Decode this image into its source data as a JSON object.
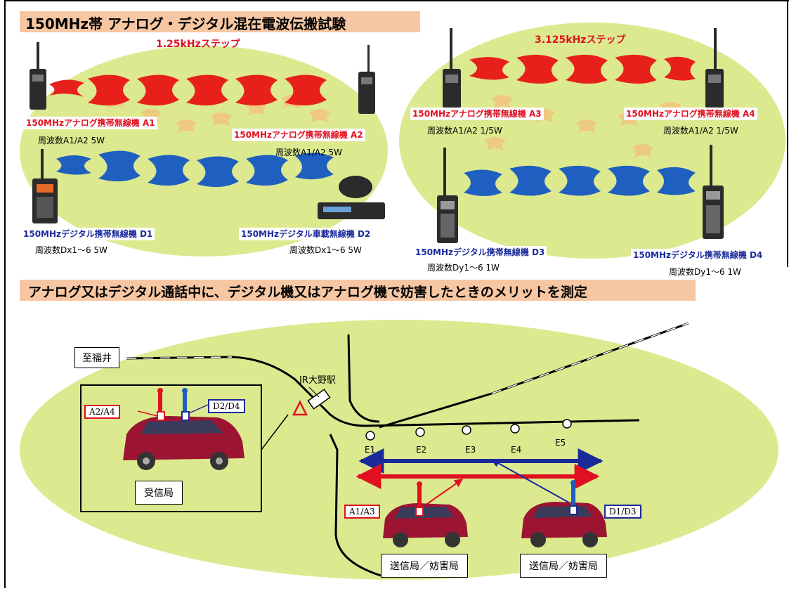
{
  "title": "150MHz帯 アナログ・デジタル混在電波伝搬試験",
  "subtitle": "アナログ又はデジタル通話中に、デジタル機又はアナログ機で妨害したときのメリットを測定",
  "left_panel": {
    "step_label": "1.25kHzステップ",
    "a1": {
      "label": "150MHzアナログ携帯無線機 A1",
      "freq": "周波数A1/A2 5W"
    },
    "a2": {
      "label": "150MHzアナログ携帯無線機 A2",
      "freq": "周波数A1/A2 5W"
    },
    "d1": {
      "label": "150MHzデジタル携帯無線機 D1",
      "freq": "周波数Dx1～6 5W"
    },
    "d2": {
      "label": "150MHzデジタル車載無線機 D2",
      "freq": "周波数Dx1～6 5W"
    }
  },
  "right_panel": {
    "step_label": "3.125kHzステップ",
    "a3": {
      "label": "150MHzアナログ携帯無線機 A3",
      "freq": "周波数A1/A2 1/5W"
    },
    "a4": {
      "label": "150MHzアナログ携帯無線機 A4",
      "freq": "周波数A1/A2 1/5W"
    },
    "d3": {
      "label": "150MHzデジタル携帯無線機 D3",
      "freq": "周波数Dy1～6 1W"
    },
    "d4": {
      "label": "150MHzデジタル携帯無線機 D4",
      "freq": "周波数Dy1～6 1W"
    }
  },
  "map": {
    "direction_label": "至福井",
    "station_label": "JR大野駅",
    "receiver_label": "受信局",
    "rx_antenna_a": "A2/A4",
    "rx_antenna_d": "D2/D4",
    "tx_antenna_a": "A1/A3",
    "tx_antenna_d": "D1/D3",
    "tx_station_1": "送信局／妨害局",
    "tx_station_2": "送信局／妨害局",
    "points": [
      "E1",
      "E2",
      "E3",
      "E4",
      "E5"
    ]
  },
  "colors": {
    "red": "#e01020",
    "blue": "#1a2a9a",
    "band": "#f7c7a3",
    "field": "#dce98f",
    "van": "#9b1533"
  }
}
